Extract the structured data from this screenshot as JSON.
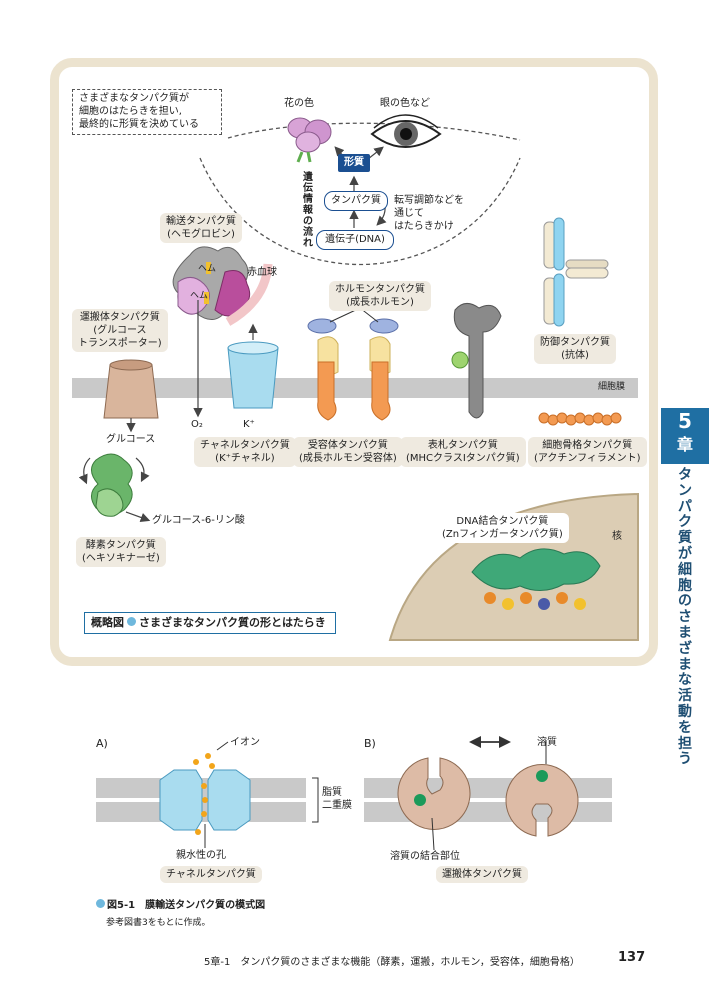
{
  "overview": {
    "intro_lines": [
      "さまざまなタンパク質が",
      "細胞のはたらきを担い,",
      "最終的に形質を決めている"
    ],
    "flower_color": "花の色",
    "eye_color": "眼の色など",
    "trait": "形質",
    "protein": "タンパク質",
    "gene": "遺伝子(DNA)",
    "flow_label": [
      "遺",
      "伝",
      "情",
      "報",
      "の",
      "流",
      "れ"
    ],
    "regulation_lines": [
      "転写調節などを",
      "通じて",
      "はたらきかけ"
    ],
    "hemoglobin_label": [
      "輸送タンパク質",
      "(ヘモグロビン)"
    ],
    "heme": "ヘム",
    "red_blood_cell": "赤血球",
    "hormone_label": [
      "ホルモンタンパク質",
      "(成長ホルモン)"
    ],
    "antibody_label": [
      "防御タンパク質",
      "(抗体)"
    ],
    "glut_label": [
      "運搬体タンパク質",
      "(グルコース",
      "トランスポーター)"
    ],
    "membrane": "細胞膜",
    "glucose": "グルコース",
    "o2": "O₂",
    "kplus": "K⁺",
    "channel_label": [
      "チャネルタンパク質",
      "(K⁺チャネル)"
    ],
    "receptor_label": [
      "受容体タンパク質",
      "(成長ホルモン受容体)"
    ],
    "marker_label": [
      "表札タンパク質",
      "(MHCクラスⅠタンパク質)"
    ],
    "cytoskeleton_label": [
      "細胞骨格タンパク質",
      "(アクチンフィラメント)"
    ],
    "g6p": "グルコース-6-リン酸",
    "enzyme_label": [
      "酵素タンパク質",
      "(ヘキソキナーゼ)"
    ],
    "dna_binding_label": [
      "DNA結合タンパク質",
      "(Znフィンガータンパク質)"
    ],
    "nucleus": "核",
    "caption_prefix": "概略図",
    "caption_text": "さまざまなタンパク質の形とはたらき"
  },
  "chapter_tab": {
    "number": "5",
    "unit": "章",
    "title": [
      "タ",
      "ン",
      "パ",
      "ク",
      "質",
      "が",
      "細",
      "胞",
      "の",
      "さ",
      "ま",
      "ざ",
      "ま",
      "な",
      "活",
      "動",
      "を",
      "担",
      "う"
    ]
  },
  "figure": {
    "panel_a": "A)",
    "panel_b": "B)",
    "ion": "イオン",
    "lipid_bilayer": [
      "脂質",
      "二重膜"
    ],
    "pore": "親水性の孔",
    "channel_protein": "チャネルタンパク質",
    "solute": "溶質",
    "binding_site": "溶質の結合部位",
    "carrier_protein": "運搬体タンパク質",
    "fig_number": "図5-1",
    "fig_title": "膜輸送タンパク質の模式図",
    "reference": "参考図書3をもとに作成。"
  },
  "footer": {
    "section": "5章-1　タンパク質のさまざまな機能（酵素，運搬，ホルモン，受容体，細胞骨格）",
    "page": "137"
  },
  "colors": {
    "panel_border": "#ece3cf",
    "accent_blue": "#1f6fa3",
    "trait_box": "#1b4f91",
    "membrane_gray": "#c9c9c9",
    "channel_blue": "#a9dcef",
    "carrier_tan": "#ddbba6"
  },
  "icons": [
    "flower-icon",
    "eye-icon",
    "hemoglobin-icon",
    "antibody-icon",
    "arrow-icon"
  ]
}
